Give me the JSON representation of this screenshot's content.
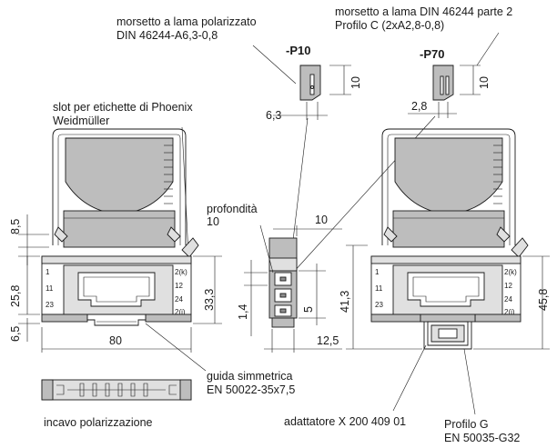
{
  "labels": {
    "blade_pol_1": "morsetto a lama polarizzato",
    "blade_pol_2": "DIN 46244-A6,3-0,8",
    "blade_din_1": "morsetto a lama DIN 46244 parte 2",
    "blade_din_2": "Profilo C (2xA2,8-0,8)",
    "p10": "-P10",
    "p70": "-P70",
    "slot_1": "slot per etichette di Phoenix",
    "slot_2": "Weidmüller",
    "depth_1": "profondità",
    "depth_2": "10",
    "guide_1": "guida simmetrica",
    "guide_2": "EN 50022-35x7,5",
    "polar_recess": "incavo polarizzazione",
    "adapter": "adattatore X 200 409 01",
    "profile_g_1": "Profilo G",
    "profile_g_2": "EN 50035-G32"
  },
  "dimensions": {
    "d_10_p10": "10",
    "d_10_p70": "10",
    "d_6_3": "6,3",
    "d_2_8": "2,8",
    "d_8_5": "8,5",
    "d_25_8": "25,8",
    "d_6_5": "6,5",
    "d_33_3": "33,3",
    "d_80": "80",
    "d_10_mid": "10",
    "d_1_4": "1,4",
    "d_5": "5",
    "d_12_5": "12,5",
    "d_41_3": "41,3",
    "d_45_8": "45,8"
  },
  "terminals": {
    "left_col": [
      "1",
      "11",
      "23"
    ],
    "right_col": [
      "2(k)",
      "12",
      "24",
      "2(i)"
    ]
  }
}
